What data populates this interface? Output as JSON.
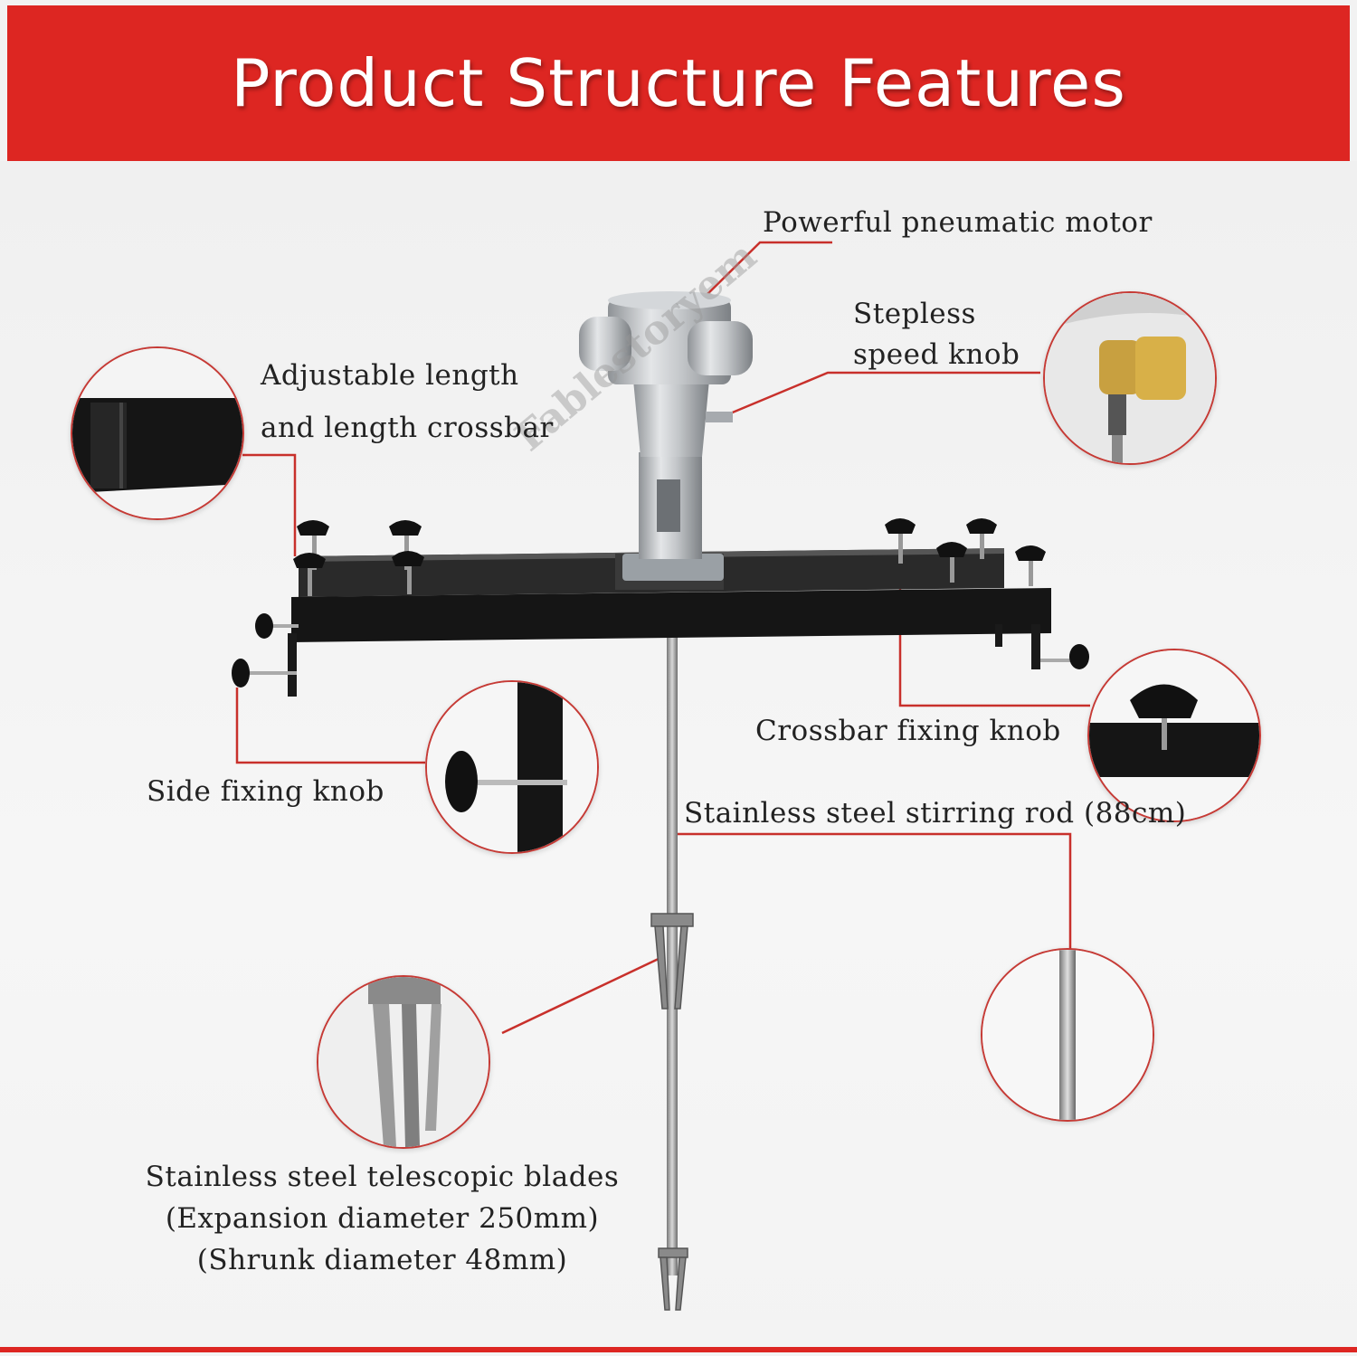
{
  "title": "Product Structure Features",
  "watermark": "Fablestoryem",
  "callouts": {
    "motor": "Powerful pneumatic motor",
    "speed_knob_line1": "Stepless",
    "speed_knob_line2": "speed knob",
    "crossbar_line1": "Adjustable length",
    "crossbar_line2": "and length crossbar",
    "crossbar_knob": "Crossbar fixing knob",
    "side_knob": "Side fixing knob",
    "stirring_rod": "Stainless steel stirring rod (88cm)",
    "blades_line1": "Stainless steel telescopic blades",
    "blades_line2": "(Expansion diameter 250mm)",
    "blades_line3": "(Shrunk diameter 48mm)"
  },
  "colors": {
    "banner": "#dd2622",
    "leader_line": "#c8302b",
    "crossbar": "#151515",
    "motor": "#b8bcc0"
  }
}
